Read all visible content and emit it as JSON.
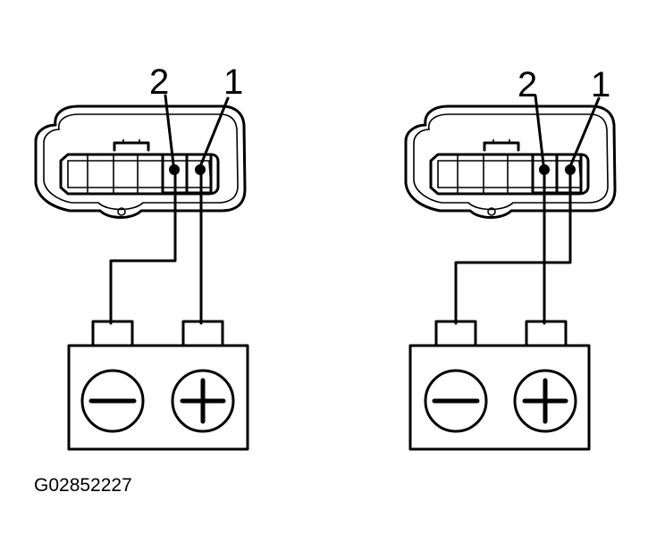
{
  "figure_code": "G02852227",
  "left_diagram": {
    "pin_labels": [
      "2",
      "1"
    ],
    "battery_terminals": {
      "negative_symbol": "−",
      "positive_symbol": "+"
    }
  },
  "right_diagram": {
    "pin_labels": [
      "2",
      "1"
    ],
    "battery_terminals": {
      "negative_symbol": "−",
      "positive_symbol": "+"
    }
  }
}
